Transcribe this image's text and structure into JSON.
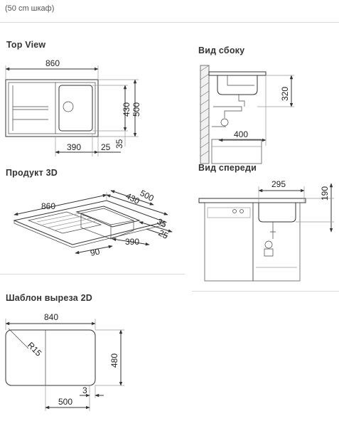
{
  "header": {
    "note": "(50 cm шкаф)"
  },
  "sections": {
    "top_view": "Top View",
    "side_view": "Вид сбоку",
    "product_3d": "Продукт 3D",
    "front_view": "Вид спереди",
    "cutout": "Шаблон выреза 2D"
  },
  "dims": {
    "top": {
      "width": "860",
      "depth": "500",
      "bowl_depth": "430",
      "bowl_width": "390",
      "gap": "25",
      "edge": "35"
    },
    "side": {
      "height": "320",
      "depth": "400"
    },
    "product": {
      "width": "860",
      "depth": "500",
      "bowl_depth": "430",
      "edge": "35",
      "gap": "25",
      "bowl_width": "390",
      "drainer": "90"
    },
    "front": {
      "bowl_width": "295",
      "height": "190"
    },
    "cutout": {
      "width": "840",
      "height": "480",
      "radius": "R15",
      "offset": "3",
      "bowl": "500"
    }
  }
}
